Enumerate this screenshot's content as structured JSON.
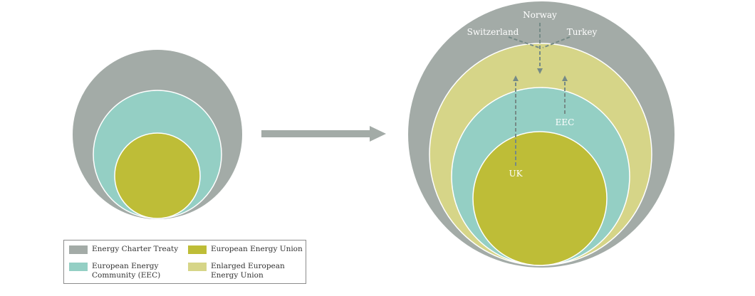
{
  "colors": {
    "energy_charter_treaty": "#a3aba7",
    "european_energy_community": "#94cfc4",
    "european_energy_union": "#bebd37",
    "enlarged_european_energy_union": "#d6d588",
    "arrow": "#758a86",
    "label_text": "#ffffff"
  },
  "diagram": {
    "labels": {
      "norway": "Norway",
      "switzerland": "Switzerland",
      "turkey": "Turkey",
      "eec": "EEC",
      "uk": "UK"
    }
  },
  "legend": {
    "items": [
      {
        "label": "Energy Charter Treaty",
        "color": "#a3aba7"
      },
      {
        "label": "European Energy Union",
        "color": "#bebd37"
      },
      {
        "label": "European Energy\nCommunity (EEC)",
        "color": "#94cfc4"
      },
      {
        "label": "Enlarged European\nEnergy Union",
        "color": "#d6d588"
      }
    ]
  }
}
